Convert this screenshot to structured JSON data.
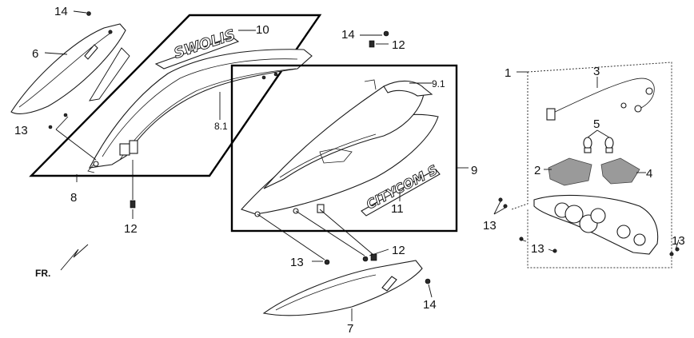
{
  "labels": {
    "l1": "1",
    "l2": "2",
    "l3": "3",
    "l4": "4",
    "l5": "5",
    "l6": "6",
    "l7": "7",
    "l8": "8",
    "l8_1": "8.1",
    "l9": "9",
    "l9_1": "9.1",
    "l10": "10",
    "l11": "11",
    "l12a": "12",
    "l12b": "12",
    "l12c": "12",
    "l13a": "13",
    "l13b": "13",
    "l13c": "13",
    "l13d": "13",
    "l13e": "13",
    "l14a": "14",
    "l14b": "14",
    "l14c": "14"
  },
  "fr_marker": "FR."
}
